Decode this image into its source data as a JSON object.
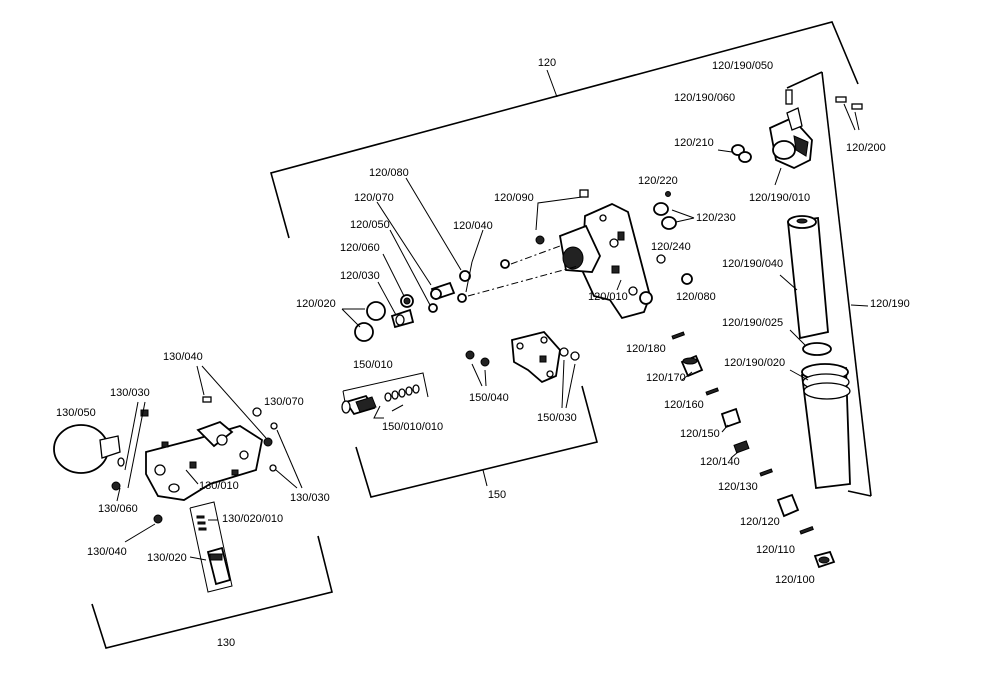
{
  "title": "",
  "groups": {
    "g120": "120",
    "g130": "130",
    "g150": "150"
  },
  "labels": {
    "l120_190_050": "120/190/050",
    "l120_190_060": "120/190/060",
    "l120_200": "120/200",
    "l120_210": "120/210",
    "l120_190_010": "120/190/010",
    "l120_220": "120/220",
    "l120_230": "120/230",
    "l120_080a": "120/080",
    "l120_070": "120/070",
    "l120_090": "120/090",
    "l120_040": "120/040",
    "l120_050": "120/050",
    "l120_060": "120/060",
    "l120_240": "120/240",
    "l120_030": "120/030",
    "l120_190_040": "120/190/040",
    "l120_010": "120/010",
    "l120_080b": "120/080",
    "l120_020": "120/020",
    "l120_190": "120/190",
    "l120_190_025": "120/190/025",
    "l120_180": "120/180",
    "l120_190_020": "120/190/020",
    "l150_010": "150/010",
    "l130_040a": "130/040",
    "l120_170": "120/170",
    "l150_040": "150/040",
    "l130_030a": "130/030",
    "l120_160": "120/160",
    "l130_070": "130/070",
    "l130_050": "130/050",
    "l150_030": "150/030",
    "l150_010_010": "150/010/010",
    "l120_150": "120/150",
    "l120_140": "120/140",
    "l130_010": "130/010",
    "l120_130": "120/130",
    "l130_030b": "130/030",
    "l130_060": "130/060",
    "l130_020_010": "130/020/010",
    "l120_120": "120/120",
    "l130_040b": "130/040",
    "l120_110": "120/110",
    "l130_020": "130/020",
    "l120_100": "120/100"
  }
}
